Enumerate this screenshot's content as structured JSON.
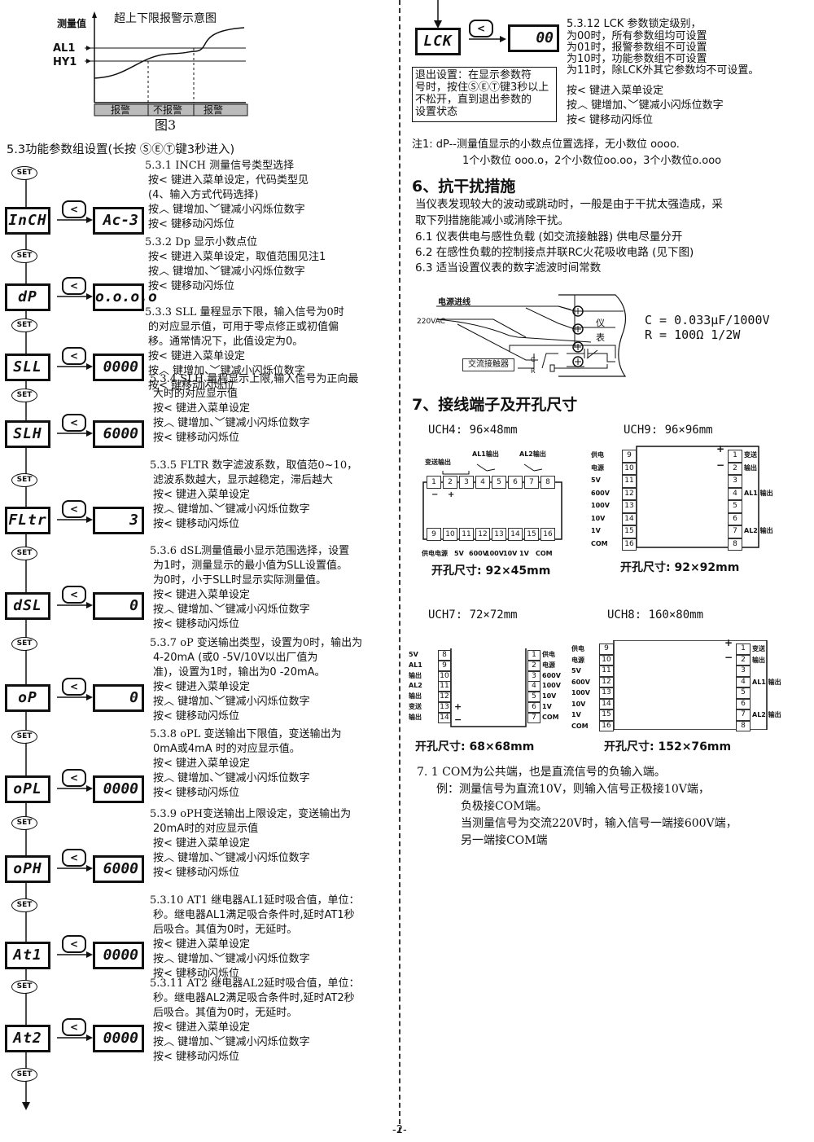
{
  "fig3": {
    "ylabel": "测量值",
    "title": "超上下限报警示意图",
    "al1": "AL1",
    "hy1": "HY1",
    "bar": [
      "报警",
      "不报警",
      "报警"
    ],
    "caption": "图3"
  },
  "section53": {
    "title": "5.3功能参数组设置(长按 ⓈⒺⓉ键3秒进入)",
    "set_label": "SET",
    "left_key": "<",
    "params": [
      {
        "code": "InCH",
        "value": "Ac-3",
        "title": "5.3.1  INCH 测量信号类型选择",
        "lines": [
          "按< 键进入菜单设定，代码类型见",
          "(4、输入方式代码选择)",
          "按︿ 键增加、﹀键减小闪烁位数字",
          "按< 键移动闪烁位"
        ]
      },
      {
        "code": "dP",
        "value": "o.o.o.o",
        "title": "5.3.2  Dp 显示小数点位",
        "lines": [
          "按< 键进入菜单设定，取值范围见注1",
          "按︿ 键增加、﹀键减小闪烁位数字",
          "按< 键移动闪烁位"
        ]
      },
      {
        "code": "SLL",
        "value": "0000",
        "title": "5.3.3  SLL 量程显示下限，输入信号为0时",
        "lines": [
          "的对应显示值，可用于零点修正或初值偏",
          "移。通常情况下，此值设定为0。",
          "按< 键进入菜单设定",
          "按︿ 键增加、﹀键减小闪烁位数字",
          "按< 键移动闪烁位"
        ]
      },
      {
        "code": "SLH",
        "value": "6000",
        "title": "5.3.4  SLH 量程显示上限,输入信号为正向最",
        "lines": [
          "大时的对应显示值",
          "按< 键进入菜单设定",
          "按︿ 键增加、﹀键减小闪烁位数字",
          "按< 键移动闪烁位"
        ]
      },
      {
        "code": "FLtr",
        "value": "3",
        "title": "5.3.5  FLTR 数字滤波系数，取值范0~10，",
        "lines": [
          "滤波系数越大，显示越稳定，滞后越大",
          "按< 键进入菜单设定",
          "按︿ 键增加、﹀键减小闪烁位数字",
          "按< 键移动闪烁位"
        ]
      },
      {
        "code": "dSL",
        "value": "0",
        "title": "5.3.6  dSL测量值最小显示范围选择，设置",
        "lines": [
          "为1时，测量显示的最小值为SLL设置值。",
          "为0时，小于SLL时显示实际测量值。",
          "按< 键进入菜单设定",
          "按︿ 键增加、﹀键减小闪烁位数字",
          "按< 键移动闪烁位"
        ]
      },
      {
        "code": "oP",
        "value": "0",
        "title": "5.3.7  oP 变送输出类型，设置为0时，输出为",
        "lines": [
          "4-20mA (或0 -5V/10V以出厂值为",
          "准)，设置为1时，输出为0 -20mA。",
          "按< 键进入菜单设定",
          "按︿ 键增加、﹀键减小闪烁位数字",
          "按< 键移动闪烁位"
        ]
      },
      {
        "code": "oPL",
        "value": "0000",
        "title": "5.3.8  oPL 变送输出下限值，变送输出为",
        "lines": [
          "0mA或4mA 时的对应显示值。",
          "按< 键进入菜单设定",
          "按︿ 键增加、﹀键减小闪烁位数字",
          "按< 键移动闪烁位"
        ]
      },
      {
        "code": "oPH",
        "value": "6000",
        "title": "5.3.9  oPH变送输出上限设定，变送输出为",
        "lines": [
          "20mA时的对应显示值",
          "按< 键进入菜单设定",
          "按︿ 键增加、﹀键减小闪烁位数字",
          "按< 键移动闪烁位"
        ]
      },
      {
        "code": "At1",
        "value": "0000",
        "title": "5.3.10  AT1 继电器AL1延时吸合值，单位：",
        "lines": [
          "秒。继电器AL1满足吸合条件时,延时AT1秒",
          "后吸合。其值为0时，无延时。",
          "按< 键进入菜单设定",
          "按︿ 键增加、﹀键减小闪烁位数字",
          "按< 键移动闪烁位"
        ]
      },
      {
        "code": "At2",
        "value": "0000",
        "title": "5.3.11  AT2 继电器AL2延时吸合值，单位：",
        "lines": [
          "秒。继电器AL2满足吸合条件时,延时AT2秒",
          "后吸合。其值为0时，无延时。",
          "按< 键进入菜单设定",
          "按︿ 键增加、﹀键减小闪烁位数字",
          "按< 键移动闪烁位"
        ]
      }
    ]
  },
  "lck": {
    "code": "LCK",
    "value": "00",
    "title": "5.3.12  LCK 参数锁定级别，",
    "lines": [
      "为00时，所有参数组均可设置",
      "为01时，报警参数组不可设置",
      "为10时，功能参数组不可设置",
      "为11时，除LCK外其它参数均不可设置。"
    ],
    "keys": [
      "按< 键进入菜单设定",
      "按︿ 键增加、﹀键减小闪烁位数字",
      "按< 键移动闪烁位"
    ],
    "exit_lines": [
      "退出设置：在显示参数符",
      "号时，按住ⓈⒺⓉ键3秒以上",
      "不松开，直到退出参数的",
      "设置状态"
    ]
  },
  "note1": {
    "line1": "注1: dP--测量值显示的小数点位置选择，无小数位 oooo.",
    "line2": "1个小数位 ooo.o，2个小数位oo.oo，3个小数位o.ooo"
  },
  "section6": {
    "title": "6、抗干扰措施",
    "para": [
      "当仪表发现较大的波动或跳动时，一般是由于干扰太强造成，采",
      "取下列措施能减小或消除干扰。"
    ],
    "items": [
      "6.1  仪表供电与感性负载 (如交流接触器) 供电尽量分开",
      "6.2  在感性负载的控制接点并联RC火花吸收电路 (见下图)",
      "6.3  适当设置仪表的数字滤波时间常数"
    ],
    "circuit": {
      "power_in": "电源进线",
      "voltage": "220VAC",
      "contactor": "交流接触器",
      "meter": "仪表",
      "c_label": "C",
      "r_label": "R",
      "c_value": "C = 0.033μF/1000V",
      "r_value": "R = 100Ω 1/2W"
    }
  },
  "section7": {
    "title": "7、接线端子及开孔尺寸",
    "uch4": {
      "title": "UCH4: 96×48mm",
      "top_labels": [
        "变送输出",
        "AL1输出",
        "AL2输出"
      ],
      "plusminus": [
        "−",
        "+"
      ],
      "top_nums": [
        "1",
        "2",
        "3",
        "4",
        "5",
        "6",
        "7",
        "8"
      ],
      "bot_nums": [
        "9",
        "10",
        "11",
        "12",
        "13",
        "14",
        "15",
        "16"
      ],
      "bot_labels": [
        "供电电源",
        "5V",
        "600V",
        "100V",
        "10V",
        "1V",
        "COM"
      ],
      "cutout": "开孔尺寸: 92×45mm"
    },
    "uch9": {
      "title": "UCH9: 96×96mm",
      "left": [
        [
          "9",
          "供电"
        ],
        [
          "10",
          "电源"
        ],
        [
          "11",
          "5V"
        ],
        [
          "12",
          "600V"
        ],
        [
          "13",
          "100V"
        ],
        [
          "14",
          "10V"
        ],
        [
          "15",
          "1V"
        ],
        [
          "16",
          "COM"
        ]
      ],
      "right": [
        [
          "1",
          "变送"
        ],
        [
          "2",
          "输出"
        ],
        [
          "3",
          ""
        ],
        [
          "4",
          "AL1 输出"
        ],
        [
          "5",
          ""
        ],
        [
          "6",
          ""
        ],
        [
          "7",
          "AL2 输出"
        ],
        [
          "8",
          ""
        ]
      ],
      "plusminus": [
        "+",
        "−"
      ],
      "cutout": "开孔尺寸: 92×92mm"
    },
    "uch7": {
      "title": "UCH7: 72×72mm",
      "left": [
        [
          "8",
          "5V"
        ],
        [
          "9",
          "AL1"
        ],
        [
          "10",
          "输出"
        ],
        [
          "11",
          "AL2"
        ],
        [
          "12",
          "输出"
        ],
        [
          "13",
          "变送"
        ],
        [
          "14",
          "输出"
        ]
      ],
      "right": [
        [
          "1",
          "供电"
        ],
        [
          "2",
          "电源"
        ],
        [
          "3",
          "600V"
        ],
        [
          "4",
          "100V"
        ],
        [
          "5",
          "10V"
        ],
        [
          "6",
          "1V"
        ],
        [
          "7",
          "COM"
        ]
      ],
      "plusminus": [
        "+",
        "−"
      ],
      "cutout": "开孔尺寸: 68×68mm"
    },
    "uch8": {
      "title": "UCH8: 160×80mm",
      "left": [
        [
          "9",
          "供电"
        ],
        [
          "10",
          "电源"
        ],
        [
          "11",
          "5V"
        ],
        [
          "12",
          "600V"
        ],
        [
          "13",
          "100V"
        ],
        [
          "14",
          "10V"
        ],
        [
          "15",
          "1V"
        ],
        [
          "16",
          "COM"
        ]
      ],
      "right": [
        [
          "1",
          "变送"
        ],
        [
          "2",
          "输出"
        ],
        [
          "3",
          ""
        ],
        [
          "4",
          "AL1 输出"
        ],
        [
          "5",
          ""
        ],
        [
          "6",
          ""
        ],
        [
          "7",
          "AL2 输出"
        ],
        [
          "8",
          ""
        ]
      ],
      "plusminus": [
        "+",
        "−"
      ],
      "cutout": "开孔尺寸: 152×76mm"
    },
    "notes": [
      "7. 1  COM为公共端，也是直流信号的负输入端。",
      "例：测量信号为直流10V，则输入信号正极接10V端，",
      "负极接COM端。",
      "当测量信号为交流220V时，输入信号一端接600V端，",
      "另一端接COM端"
    ]
  },
  "page_number": "-2-"
}
